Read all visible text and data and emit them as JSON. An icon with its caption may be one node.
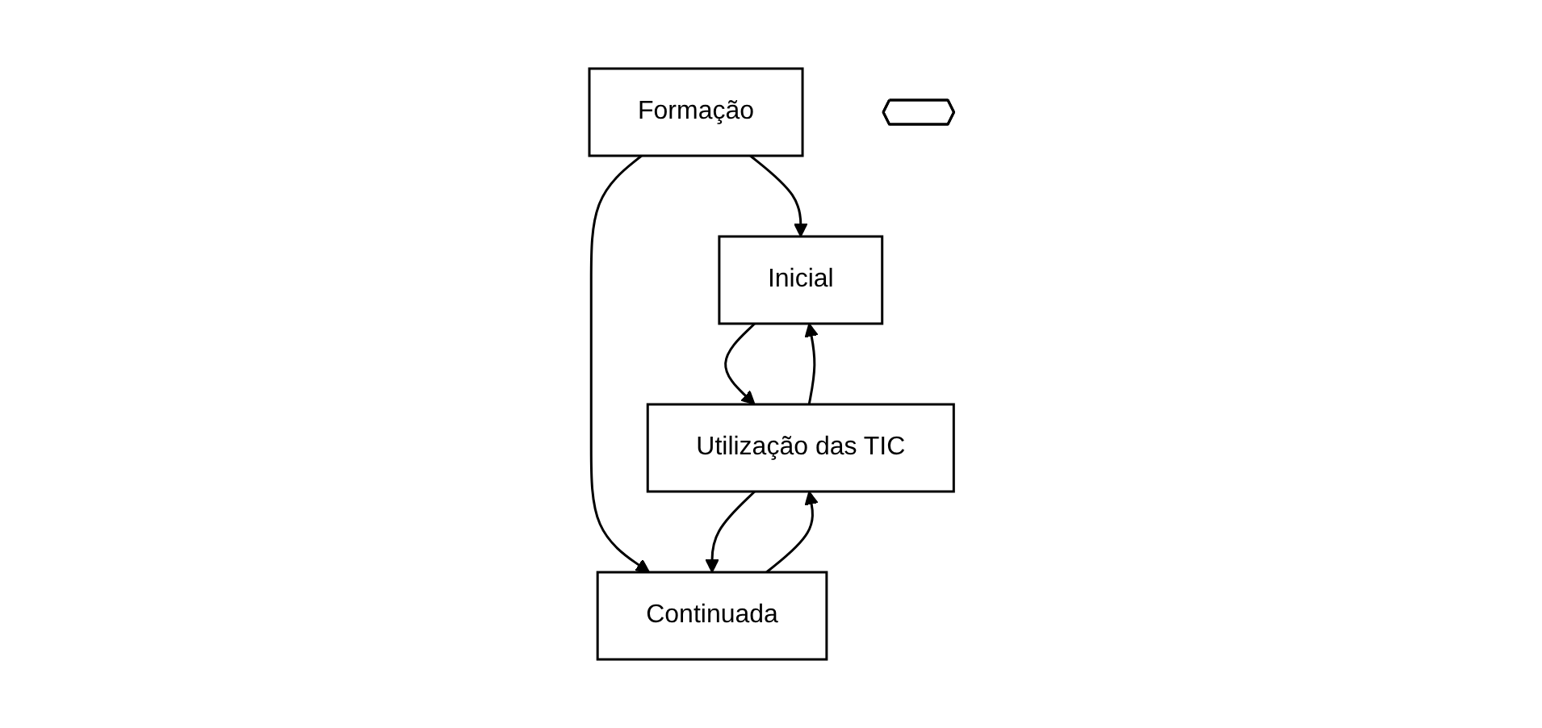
{
  "diagram": {
    "nodes": [
      {
        "text": [
          "Formação"
        ]
      },
      {
        "text": [
          "Inicial"
        ]
      },
      {
        "text": [
          "Continuada"
        ]
      },
      {
        "text": [],
        "shape": "arrow"
      },
      {
        "text": [
          "Utilização das TIC"
        ]
      }
    ],
    "edges": [
      {
        "from": 0,
        "to": 1,
        "arrow": "to"
      },
      {
        "from": 0,
        "to": 2,
        "arrow": "to"
      },
      {
        "from": 1,
        "to": 4,
        "arrow": "to"
      },
      {
        "from": 4,
        "to": 1,
        "arrow": "to"
      },
      {
        "from": 2,
        "to": 4,
        "arrow": "to"
      },
      {
        "from": 4,
        "to": 2,
        "arrow": "to"
      }
    ]
  }
}
